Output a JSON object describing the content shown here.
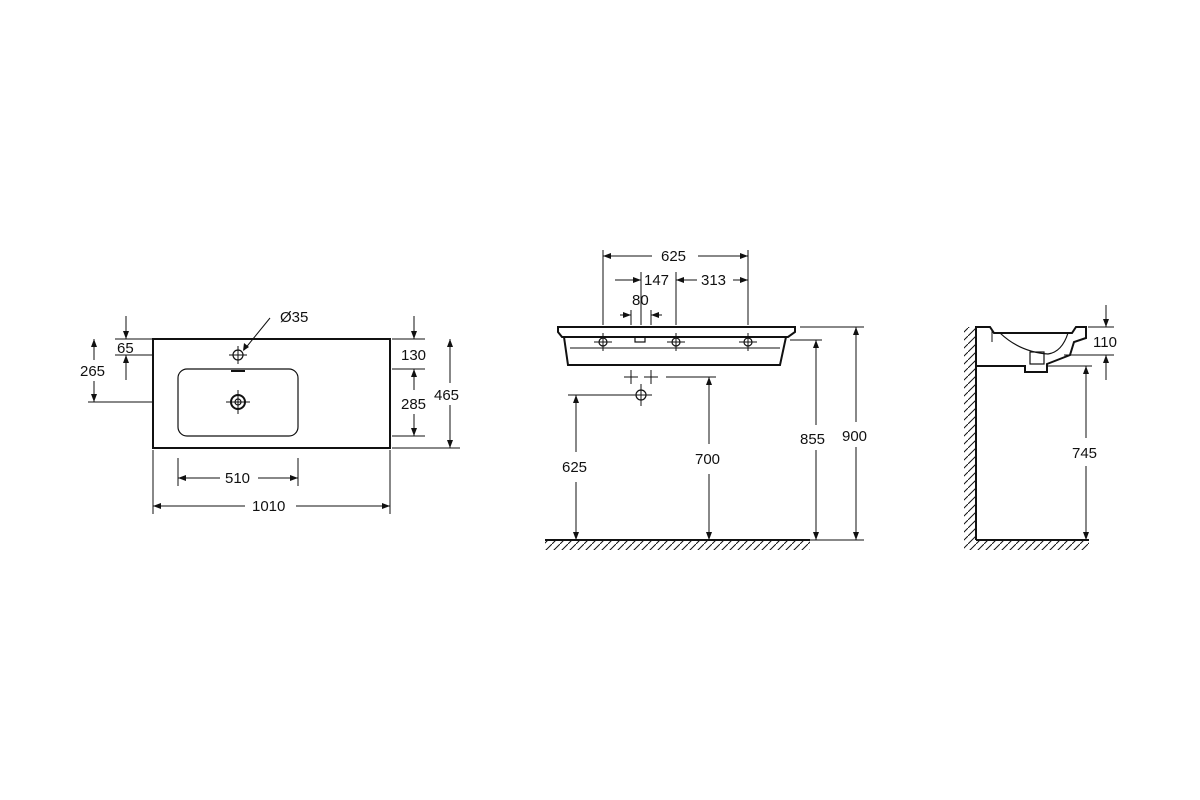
{
  "dimensions": {
    "top_view": {
      "hole_diameter": "Ø35",
      "tap_hole_offset": "65",
      "basin_front_offset": "265",
      "tap_to_basin": "130",
      "basin_depth": "285",
      "overall_depth": "465",
      "basin_width": "510",
      "overall_width": "1010"
    },
    "front_view": {
      "fixing_span": "625",
      "left_offset": "147",
      "right_offset": "313",
      "waste_width": "80",
      "waste_height": "625",
      "trap_height": "700",
      "basin_bottom_height": "855",
      "rim_height": "900"
    },
    "side_view": {
      "rim_thickness": "110",
      "underside_height": "745"
    }
  }
}
